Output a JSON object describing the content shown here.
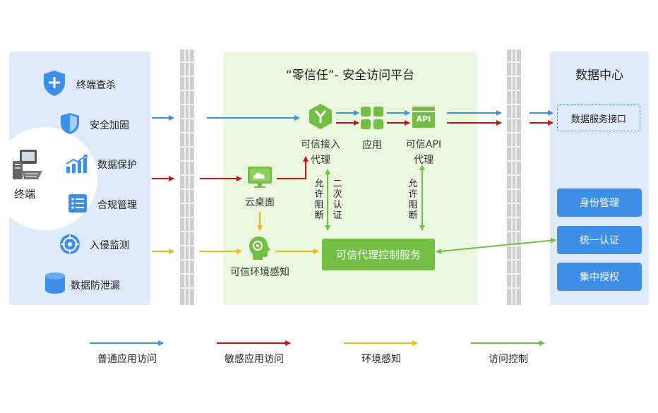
{
  "left": {
    "features": [
      {
        "label": "终端查杀",
        "icon": "shield-plus-icon"
      },
      {
        "label": "安全加固",
        "icon": "shield-icon"
      },
      {
        "label": "数据保护",
        "icon": "chart-growth-icon"
      },
      {
        "label": "合规管理",
        "icon": "checklist-icon"
      },
      {
        "label": "入侵监测",
        "icon": "target-icon"
      },
      {
        "label": "数据防泄漏",
        "icon": "database-icon"
      }
    ],
    "terminal_label": "终端"
  },
  "middle": {
    "title": "“零信任”- 安全访问平台",
    "proxy_label_1": "可信接入",
    "proxy_label_2": "代理",
    "app_label": "应用",
    "api_label_1": "可信API",
    "api_label_2": "代理",
    "api_icon_text": "API",
    "desktop_label": "云桌面",
    "env_label": "可信环境感知",
    "control_label": "可信代理控制服务",
    "allow_block_1": "允许阻断",
    "second_auth": "二次认证",
    "allow_block_2": "允许阻断"
  },
  "right": {
    "title": "数据中心",
    "api_box": "数据服务接口",
    "buttons": [
      "身份管理",
      "统一认证",
      "集中授权"
    ]
  },
  "legend": [
    {
      "label": "普通应用访问",
      "color": "#3d8ee6"
    },
    {
      "label": "敏感应用访问",
      "color": "#c0161c"
    },
    {
      "label": "环境感知",
      "color": "#f3b715"
    },
    {
      "label": "访问控制",
      "color": "#72be44"
    }
  ]
}
